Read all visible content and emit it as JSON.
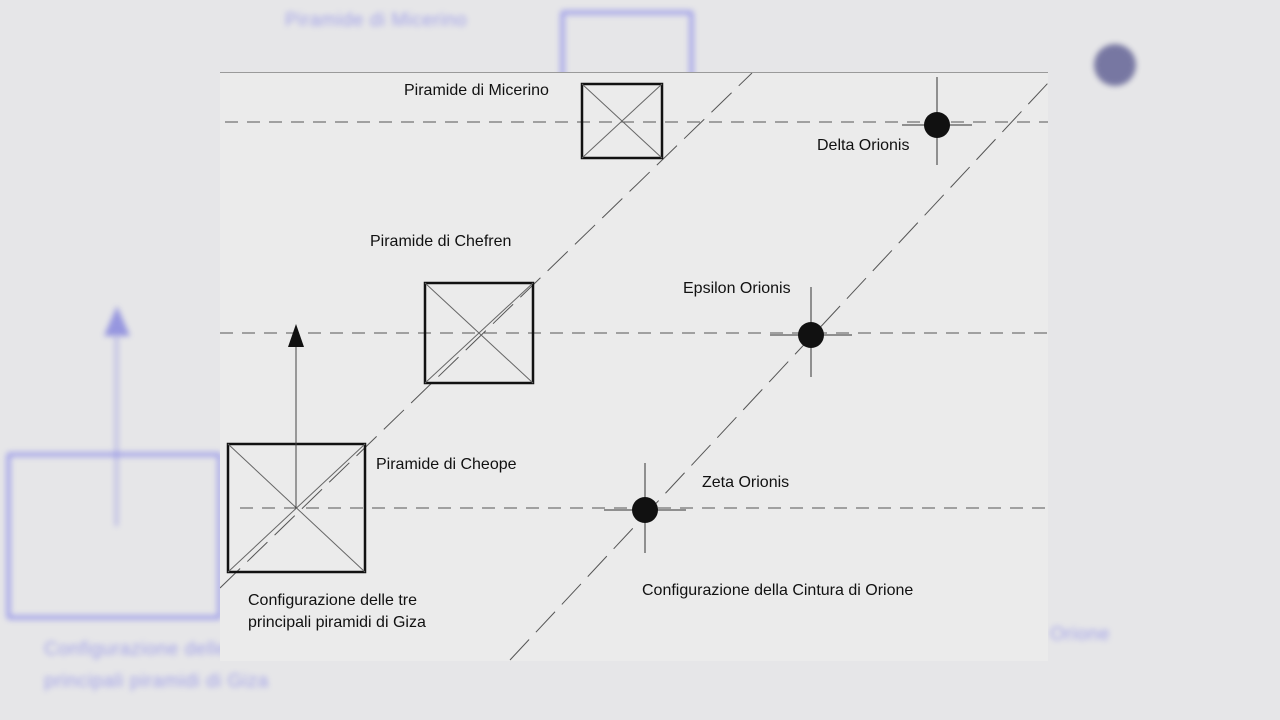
{
  "background_ghost": {
    "title_micerino": "Piramide di Micerino",
    "caption_giza": "Configurazione delle tre\nprincipali piramidi di Giza",
    "caption_orione": "Orione"
  },
  "pyramids": {
    "micerino": "Piramide di Micerino",
    "chefren": "Piramide di Chefren",
    "cheope": "Piramide di Cheope"
  },
  "stars": {
    "delta": "Delta Orionis",
    "epsilon": "Epsilon Orionis",
    "zeta": "Zeta Orionis"
  },
  "captions": {
    "giza": "Configurazione delle tre\nprincipali piramidi di Giza",
    "orione": "Configurazione della Cintura di Orione"
  },
  "colors": {
    "ink": "#111111",
    "guide": "#555555",
    "ghost": "#6a6ae8"
  }
}
